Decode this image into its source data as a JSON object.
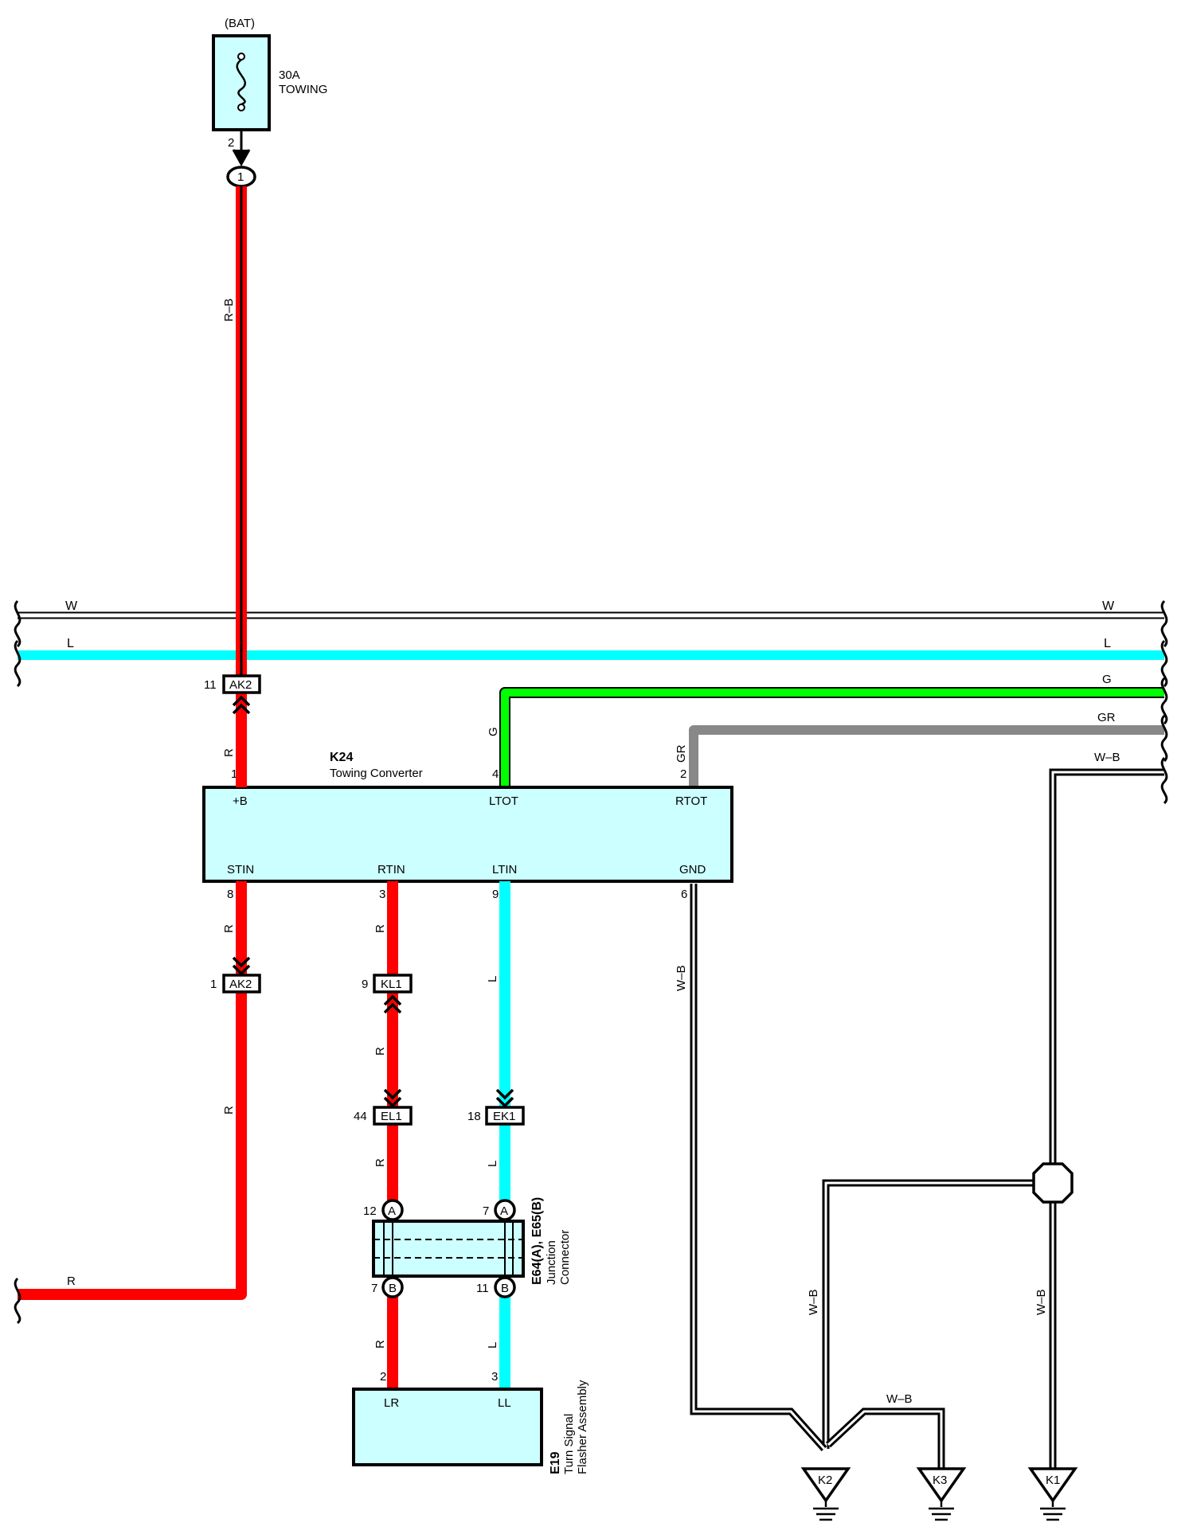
{
  "fuse": {
    "source": "(BAT)",
    "rating": "30A",
    "name": "TOWING",
    "pin": "2"
  },
  "junction_top": {
    "id": "1"
  },
  "bus_wires": [
    {
      "label": "W",
      "color": "#ffffff"
    },
    {
      "label": "L",
      "color": "#00ffff"
    },
    {
      "label": "G",
      "color": "#00ff00"
    },
    {
      "label": "GR",
      "color": "#888888"
    },
    {
      "label": "W–B",
      "color": "#ffffff"
    }
  ],
  "wire_labels": {
    "rb": "R–B",
    "r": "R",
    "l": "L",
    "g": "G",
    "gr": "GR",
    "wb": "W–B",
    "w": "W"
  },
  "converter": {
    "code": "K24",
    "name": "Towing Converter",
    "top_pins": [
      {
        "num": "1",
        "label": "+B"
      },
      {
        "num": "4",
        "label": "LTOT"
      },
      {
        "num": "2",
        "label": "RTOT"
      }
    ],
    "bottom_pins": [
      {
        "num": "8",
        "label": "STIN"
      },
      {
        "num": "3",
        "label": "RTIN"
      },
      {
        "num": "9",
        "label": "LTIN"
      },
      {
        "num": "6",
        "label": "GND"
      }
    ]
  },
  "connectors": [
    {
      "id": "AK2",
      "pin": "11"
    },
    {
      "id": "AK2",
      "pin": "1"
    },
    {
      "id": "KL1",
      "pin": "9"
    },
    {
      "id": "EL1",
      "pin": "44"
    },
    {
      "id": "EK1",
      "pin": "18"
    }
  ],
  "junction_connector": {
    "code": "E64(A), E65(B)",
    "name_line1": "Junction",
    "name_line2": "Connector",
    "pins": [
      {
        "letter": "A",
        "num": "12"
      },
      {
        "letter": "A",
        "num": "7"
      },
      {
        "letter": "B",
        "num": "7"
      },
      {
        "letter": "B",
        "num": "11"
      }
    ]
  },
  "flasher": {
    "code": "E19",
    "name_line1": "Turn Signal",
    "name_line2": "Flasher Assembly",
    "pins": [
      {
        "num": "2",
        "label": "LR"
      },
      {
        "num": "3",
        "label": "LL"
      }
    ]
  },
  "grounds": [
    {
      "id": "K2"
    },
    {
      "id": "K3"
    },
    {
      "id": "K1"
    }
  ]
}
